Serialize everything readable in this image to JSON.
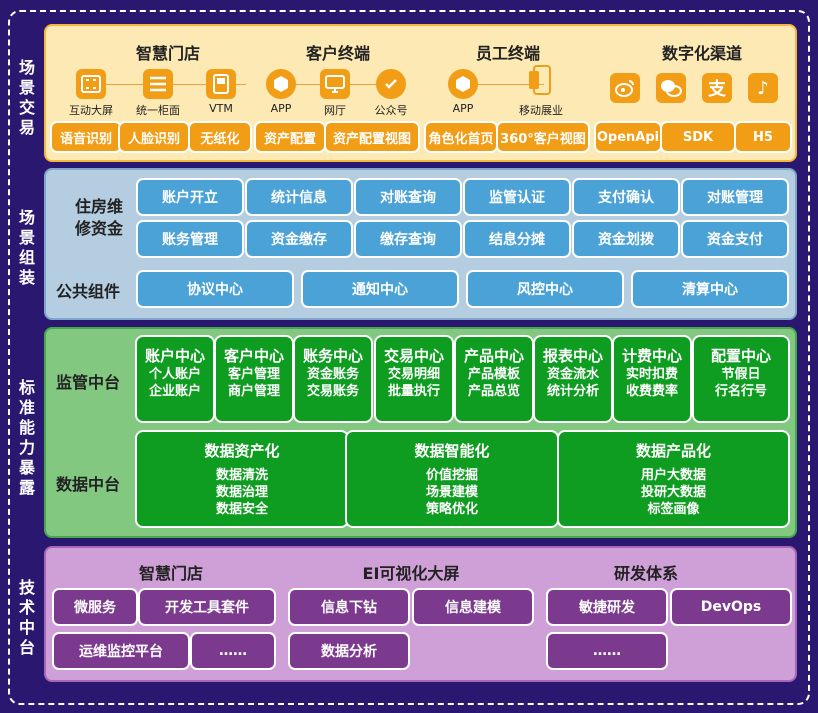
{
  "side_labels": [
    "场景交易",
    "场景组装",
    "标准能力暴露",
    "技术中台"
  ],
  "layer1": {
    "groups": [
      {
        "title": "智慧门店",
        "icons": [
          {
            "name": "screen-icon",
            "label": "互动大屏"
          },
          {
            "name": "counter-icon",
            "label": "统一柜面"
          },
          {
            "name": "vtm-icon",
            "label": "VTM"
          }
        ]
      },
      {
        "title": "客户终端",
        "icons": [
          {
            "name": "box-icon",
            "label": "APP"
          },
          {
            "name": "web-icon",
            "label": "网厅"
          },
          {
            "name": "badge-icon",
            "label": "公众号"
          }
        ]
      },
      {
        "title": "员工终端",
        "icons": [
          {
            "name": "box-icon",
            "label": "APP"
          },
          {
            "name": "mobile-icon",
            "label": "移动展业"
          }
        ]
      },
      {
        "title": "数字化渠道",
        "icons": [
          {
            "name": "weibo-icon",
            "label": ""
          },
          {
            "name": "wechat-icon",
            "label": ""
          },
          {
            "name": "alipay-icon",
            "label": ""
          },
          {
            "name": "tiktok-icon",
            "label": ""
          }
        ]
      }
    ],
    "buttons": [
      "语音识别",
      "人脸识别",
      "无纸化",
      "资产配置",
      "资产配置视图",
      "角色化首页",
      "360°客户视图",
      "OpenApi",
      "SDK",
      "H5"
    ]
  },
  "layer2": {
    "label_housing": "住房维\n修资金",
    "label_public": "公共组件",
    "row1": [
      "账户开立",
      "统计信息",
      "对账查询",
      "监管认证",
      "支付确认",
      "对账管理"
    ],
    "row2": [
      "账务管理",
      "资金缴存",
      "缴存查询",
      "结息分摊",
      "资金划拨",
      "资金支付"
    ],
    "public": [
      "协议中心",
      "通知中心",
      "风控中心",
      "清算中心"
    ]
  },
  "layer3": {
    "label_reg": "监管中台",
    "label_data": "数据中台",
    "centers": [
      {
        "title": "账户中心",
        "items": [
          "个人账户",
          "企业账户"
        ]
      },
      {
        "title": "客户中心",
        "items": [
          "客户管理",
          "商户管理"
        ]
      },
      {
        "title": "账务中心",
        "items": [
          "资金账务",
          "交易账务"
        ]
      },
      {
        "title": "交易中心",
        "items": [
          "交易明细",
          "批量执行"
        ]
      },
      {
        "title": "产品中心",
        "items": [
          "产品模板",
          "产品总览"
        ]
      },
      {
        "title": "报表中心",
        "items": [
          "资金流水",
          "统计分析"
        ]
      },
      {
        "title": "计费中心",
        "items": [
          "实时扣费",
          "收费费率"
        ]
      },
      {
        "title": "配置中心",
        "items": [
          "节假日",
          "行名行号"
        ]
      }
    ],
    "data_blocks": [
      {
        "title": "数据资产化",
        "items": [
          "数据清洗",
          "数据治理",
          "数据安全"
        ]
      },
      {
        "title": "数据智能化",
        "items": [
          "价值挖掘",
          "场景建模",
          "策略优化"
        ]
      },
      {
        "title": "数据产品化",
        "items": [
          "用户大数据",
          "投研大数据",
          "标签画像"
        ]
      }
    ]
  },
  "layer4": {
    "groups": [
      {
        "title": "智慧门店",
        "buttons": [
          "微服务",
          "开发工具套件",
          "运维监控平台",
          "……"
        ]
      },
      {
        "title": "EI可视化大屏",
        "buttons": [
          "信息下钻",
          "信息建模",
          "数据分析"
        ]
      },
      {
        "title": "研发体系",
        "buttons": [
          "敏捷研发",
          "DevOps",
          "……"
        ]
      }
    ]
  },
  "colors": {
    "background": "#2a1870",
    "orange": "#f29d16",
    "blue": "#4aa2d6",
    "green": "#0f9d21",
    "purple": "#7c3a8f"
  }
}
